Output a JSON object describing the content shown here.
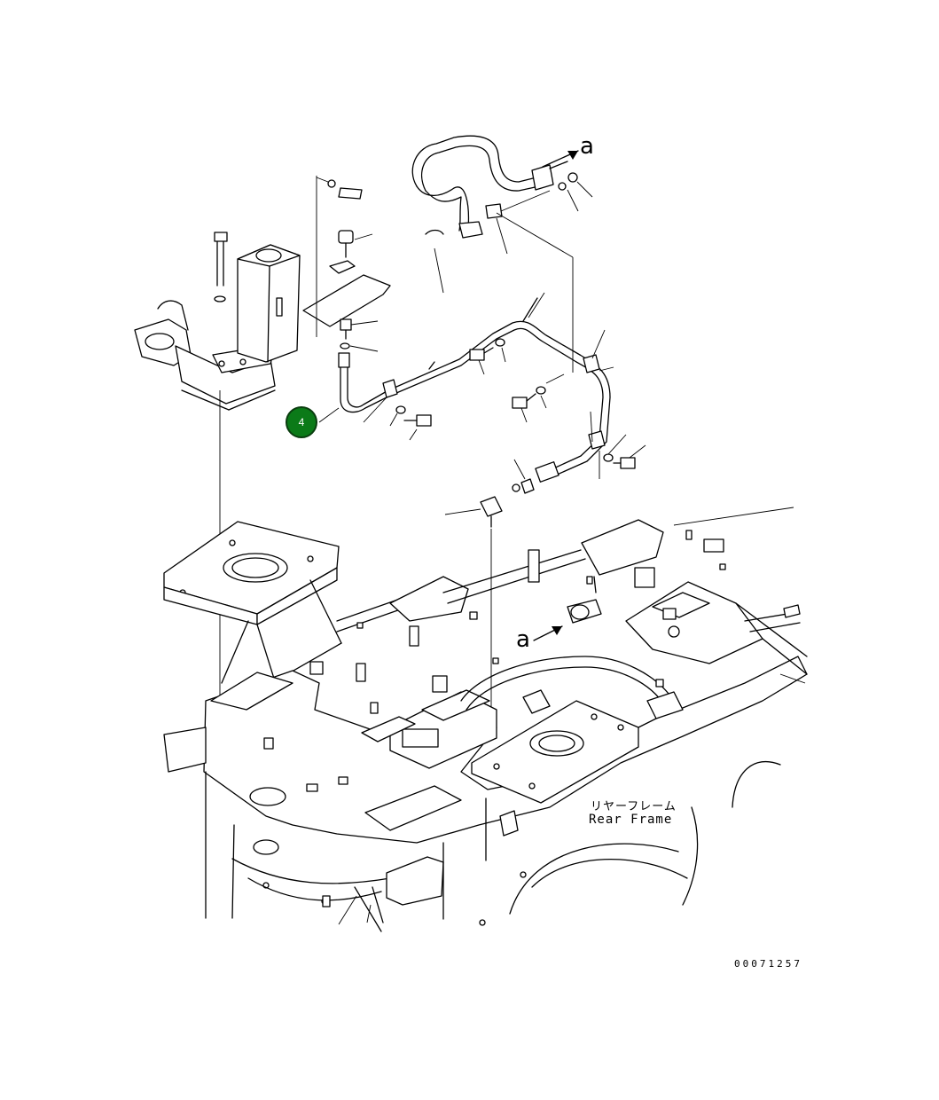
{
  "diagram": {
    "callouts": [
      {
        "label": "4"
      }
    ],
    "labels": {
      "ref_upper": "a",
      "ref_lower": "a",
      "frame_jp": "リヤーフレーム",
      "frame_en": "Rear Frame",
      "drawing_number": "00071257"
    }
  }
}
